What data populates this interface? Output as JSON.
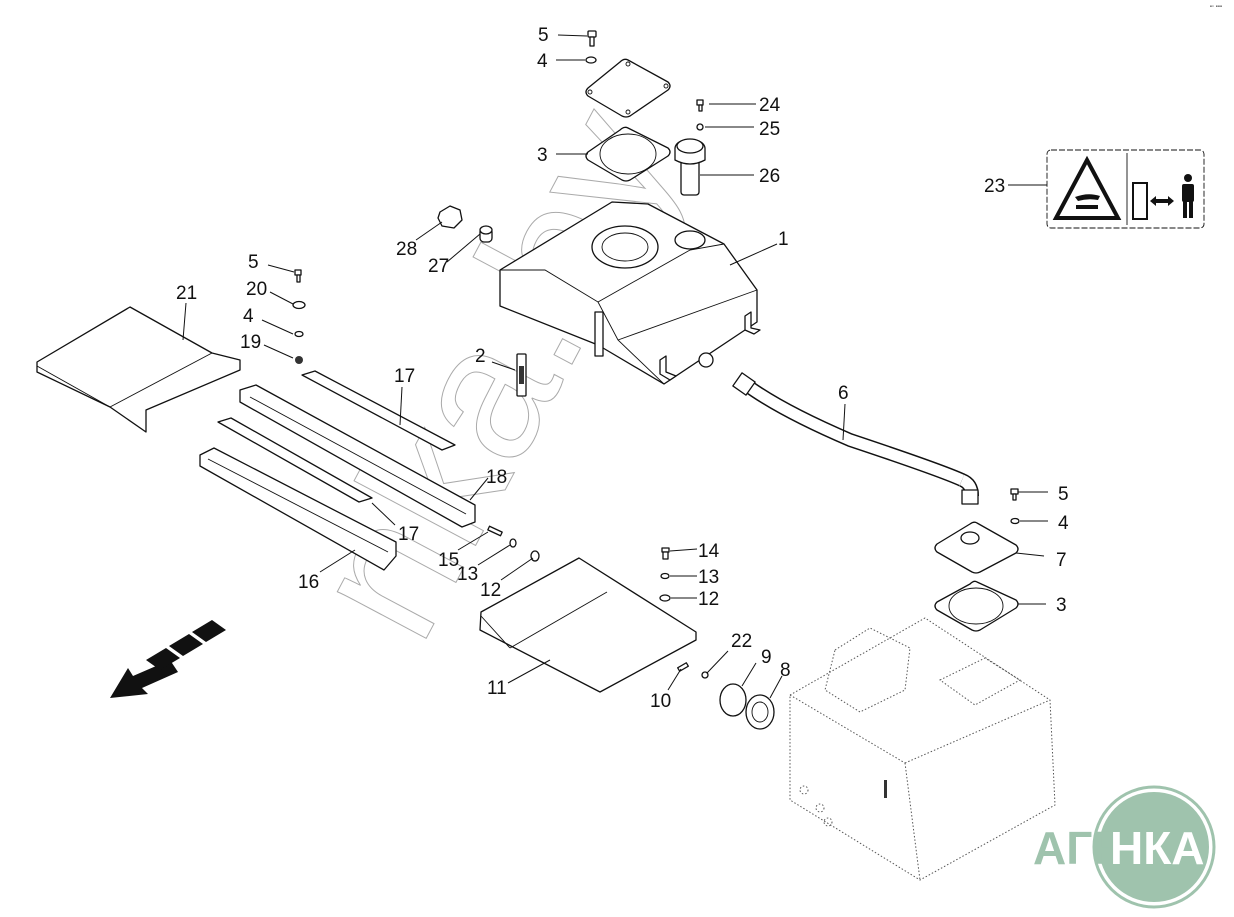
{
  "diagram": {
    "title": "Hydraulic oil tank assembly — exploded parts view",
    "corner_code": "▪▫ ▪▪▪",
    "watermark_text": "nka.by",
    "brand_logo": {
      "left": "АГРО",
      "right": "НКА",
      "color": "#9fc3ad"
    },
    "direction_arrow": "travel-direction-arrow",
    "callouts": [
      {
        "id": "c-5a",
        "label": "5",
        "part": "bolt"
      },
      {
        "id": "c-4a",
        "label": "4",
        "part": "washer"
      },
      {
        "id": "c-24",
        "label": "24",
        "part": "bolt"
      },
      {
        "id": "c-25",
        "label": "25",
        "part": "washer"
      },
      {
        "id": "c-3a",
        "label": "3",
        "part": "gasket"
      },
      {
        "id": "c-26",
        "label": "26",
        "part": "breather filter cap"
      },
      {
        "id": "c-23",
        "label": "23",
        "part": "warning decal"
      },
      {
        "id": "c-1",
        "label": "1",
        "part": "hydraulic tank"
      },
      {
        "id": "c-28",
        "label": "28",
        "part": "nut"
      },
      {
        "id": "c-27",
        "label": "27",
        "part": "plug"
      },
      {
        "id": "c-5b",
        "label": "5",
        "part": "bolt"
      },
      {
        "id": "c-20",
        "label": "20",
        "part": "washer"
      },
      {
        "id": "c-4b",
        "label": "4",
        "part": "washer"
      },
      {
        "id": "c-19",
        "label": "19",
        "part": "nut"
      },
      {
        "id": "c-21",
        "label": "21",
        "part": "cover plate"
      },
      {
        "id": "c-2",
        "label": "2",
        "part": "sight gauge"
      },
      {
        "id": "c-17a",
        "label": "17",
        "part": "rubber strip"
      },
      {
        "id": "c-6",
        "label": "6",
        "part": "hose"
      },
      {
        "id": "c-18",
        "label": "18",
        "part": "support bracket"
      },
      {
        "id": "c-17b",
        "label": "17",
        "part": "rubber strip"
      },
      {
        "id": "c-15",
        "label": "15",
        "part": "bolt"
      },
      {
        "id": "c-13a",
        "label": "13",
        "part": "lock washer"
      },
      {
        "id": "c-12a",
        "label": "12",
        "part": "washer"
      },
      {
        "id": "c-16",
        "label": "16",
        "part": "support bracket"
      },
      {
        "id": "c-5c",
        "label": "5",
        "part": "bolt"
      },
      {
        "id": "c-4c",
        "label": "4",
        "part": "washer"
      },
      {
        "id": "c-7",
        "label": "7",
        "part": "flange cover"
      },
      {
        "id": "c-3b",
        "label": "3",
        "part": "gasket"
      },
      {
        "id": "c-14",
        "label": "14",
        "part": "bolt"
      },
      {
        "id": "c-13b",
        "label": "13",
        "part": "lock washer"
      },
      {
        "id": "c-12b",
        "label": "12",
        "part": "washer"
      },
      {
        "id": "c-11",
        "label": "11",
        "part": "cover plate"
      },
      {
        "id": "c-22",
        "label": "22",
        "part": "o-ring"
      },
      {
        "id": "c-9",
        "label": "9",
        "part": "cover"
      },
      {
        "id": "c-8",
        "label": "8",
        "part": "gasket"
      },
      {
        "id": "c-10",
        "label": "10",
        "part": "screw"
      }
    ]
  }
}
